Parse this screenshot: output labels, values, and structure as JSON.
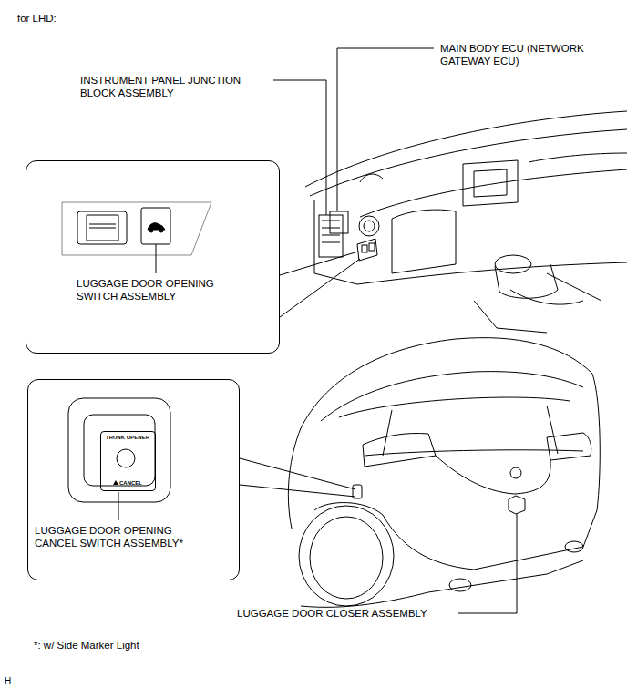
{
  "diagram": {
    "nodes": [
      {
        "text": [
          "LUGGAGE DOOR OPENING SWITCH ASSEMBLY"
        ]
      },
      {
        "text": [
          "LUGGAGE DOOR OPENING CANCEL SWITCH ASSEMBLY*"
        ]
      },
      {
        "text": [
          "TRUNK OPENER",
          "CANCEL"
        ],
        "in": 1
      }
    ],
    "labels": [
      "for LHD:",
      "INSTRUMENT PANEL JUNCTION BLOCK ASSEMBLY",
      "MAIN BODY ECU (NETWORK GATEWAY ECU)",
      "LUGGAGE DOOR CLOSER ASSEMBLY",
      "*: w/ Side Marker Light",
      "H"
    ]
  }
}
